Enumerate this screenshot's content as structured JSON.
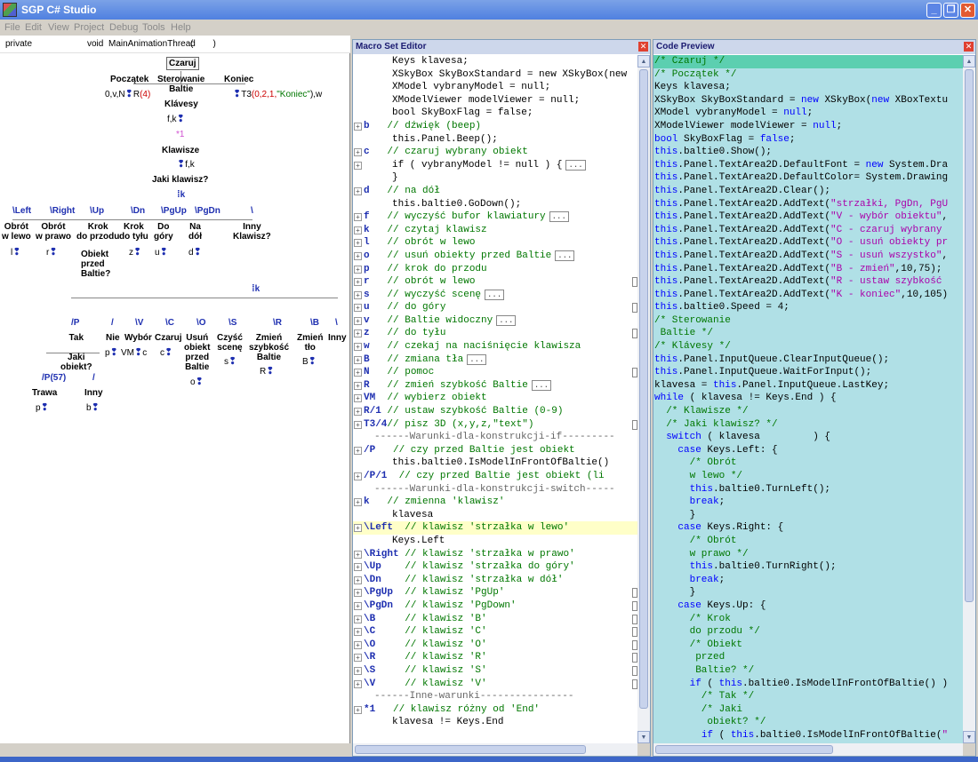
{
  "window": {
    "title": "SGP C# Studio"
  },
  "menu": [
    "File",
    "Edit",
    "View",
    "Project",
    "Debug",
    "Tools",
    "Help"
  ],
  "method_bar": {
    "modifier": "private",
    "return_type": "void",
    "name": "MainAnimationThread",
    "params": "(        )"
  },
  "tree": {
    "root": "Czaruj",
    "level1": [
      "Początek",
      "Sterowanie\nBaltie",
      "Koniec"
    ],
    "start_cmds": "0,v,N",
    "start_r": "R",
    "start_r_arg": "(4)",
    "end_cmd": "T3",
    "end_args": "(0,2,1,",
    "end_str": "\"Koniec\"",
    "end_tail": "),w",
    "klavesy": "Klávesy",
    "fk1": "f,k",
    "loop_label": "*1",
    "klawisze": "Klawisze",
    "fk2": "f,k",
    "jaki": "Jaki klawisz?",
    "switch_k": "k",
    "keys": [
      "\\Left",
      "\\Right",
      "\\Up",
      "\\Dn",
      "\\PgUp",
      "\\PgDn",
      "\\"
    ],
    "key_actions": [
      "Obrót\nw lewo",
      "Obrót\nw prawo",
      "Krok\ndo przodu",
      "Krok\ndo tyłu",
      "Do\ngóry",
      "Na\ndół",
      "Inny\nKlawisz?"
    ],
    "key_cmds": [
      "l",
      "r",
      "",
      "z",
      "u",
      "d"
    ],
    "obiekt": "Obiekt\nprzed\nBaltie?",
    "switch_k2": "k",
    "keys2": [
      "/P",
      "/",
      "\\V",
      "\\C",
      "\\O",
      "\\S",
      "\\R",
      "\\B",
      "\\"
    ],
    "actions2": [
      "Tak\n\nJaki\nobiekt?",
      "Nie",
      "Wybór",
      "Czaruj",
      "Usuń\nobiekt\nprzed\nBaltie",
      "Czyść\nscenę",
      "Zmień\nszybkość\nBaltie",
      "Zmień\ntło",
      "Inny"
    ],
    "cmds2": [
      "p",
      "VM",
      "c",
      "o",
      "s",
      "R",
      "B"
    ],
    "vm_c": "c",
    "p57": "/P(57)",
    "slash": "/",
    "trawa": "Trawa",
    "inny": "Inny",
    "p_cmd": "p",
    "b_cmd": "b"
  },
  "macro_editor": {
    "title": "Macro Set Editor",
    "lines": [
      {
        "m": "",
        "t": "Keys klavesa;"
      },
      {
        "m": "",
        "t": "XSkyBox SkyBoxStandard = new XSkyBox(new"
      },
      {
        "m": "",
        "t": "XModel vybranyModel = null;"
      },
      {
        "m": "",
        "t": "XModelViewer modelViewer = null;"
      },
      {
        "m": "",
        "t": "bool SkyBoxFlag = false;"
      },
      {
        "m": "b",
        "t": "   // dźwięk (beep)"
      },
      {
        "m": "",
        "t": "this.Panel.Beep();"
      },
      {
        "m": "c",
        "t": "   // czaruj wybrany obiekt"
      },
      {
        "m": "",
        "t": "if ( vybranyModel != null ) {"
      },
      {
        "m": "",
        "t": "}"
      },
      {
        "m": "d",
        "t": "   // na dół"
      },
      {
        "m": "",
        "t": "this.baltie0.GoDown();"
      },
      {
        "m": "f",
        "t": "   // wyczyść bufor klawiatury"
      },
      {
        "m": "k",
        "t": "   // czytaj klawisz"
      },
      {
        "m": "l",
        "t": "   // obrót w lewo"
      },
      {
        "m": "o",
        "t": "   // usuń obiekty przed Baltie"
      },
      {
        "m": "p",
        "t": "   // krok do przodu"
      },
      {
        "m": "r",
        "t": "   // obrót w lewo"
      },
      {
        "m": "s",
        "t": "   // wyczyść scenę"
      },
      {
        "m": "u",
        "t": "   // do góry"
      },
      {
        "m": "v",
        "t": "   // Baltie widoczny"
      },
      {
        "m": "z",
        "t": "   // do tyłu"
      },
      {
        "m": "w",
        "t": "   // czekaj na naciśnięcie klawisza"
      },
      {
        "m": "B",
        "t": "   // zmiana tła"
      },
      {
        "m": "N",
        "t": "   // pomoc"
      },
      {
        "m": "R",
        "t": "   // zmień szybkość Baltie"
      },
      {
        "m": "VM",
        "t": "  // wybierz obiekt"
      },
      {
        "m": "R/1",
        "t": " // ustaw szybkość Baltie (0-9)"
      },
      {
        "m": "T3/4",
        "t": "// pisz 3D (x,y,z,\"text\")"
      },
      {
        "m": "",
        "t": "------Warunki-dla-konstrukcji-if---------"
      },
      {
        "m": "/P",
        "t": "   // czy przed Baltie jest obiekt"
      },
      {
        "m": "",
        "t": "this.baltie0.IsModelInFrontOfBaltie()"
      },
      {
        "m": "/P/1",
        "t": "  // czy przed Baltie jest obiekt (li"
      },
      {
        "m": "",
        "t": "------Warunki-dla-konstrukcji-switch-----"
      },
      {
        "m": "k",
        "t": "   // zmienna 'klawisz'"
      },
      {
        "m": "",
        "t": "klavesa"
      },
      {
        "m": "\\Left",
        "t": "  // klawisz 'strzałka w lewo'"
      },
      {
        "m": "",
        "t": "Keys.Left"
      },
      {
        "m": "\\Right",
        "t": " // klawisz 'strzałka w prawo'"
      },
      {
        "m": "\\Up",
        "t": "    // klawisz 'strzałka do góry'"
      },
      {
        "m": "\\Dn",
        "t": "    // klawisz 'strzałka w dół'"
      },
      {
        "m": "\\PgUp",
        "t": "  // klawisz 'PgUp'"
      },
      {
        "m": "\\PgDn",
        "t": "  // klawisz 'PgDown'"
      },
      {
        "m": "\\B",
        "t": "     // klawisz 'B'"
      },
      {
        "m": "\\C",
        "t": "     // klawisz 'C'"
      },
      {
        "m": "\\O",
        "t": "     // klawisz 'O'"
      },
      {
        "m": "\\R",
        "t": "     // klawisz 'R'"
      },
      {
        "m": "\\S",
        "t": "     // klawisz 'S'"
      },
      {
        "m": "\\V",
        "t": "     // klawisz 'V'"
      },
      {
        "m": "",
        "t": "------Inne-warunki----------------"
      },
      {
        "m": "*1",
        "t": "   // klawisz różny od 'End'"
      },
      {
        "m": "",
        "t": "klavesa != Keys.End"
      }
    ]
  },
  "code_preview": {
    "title": "Code Preview",
    "lines": [
      "/* Czaruj */",
      "/* Początek */",
      "Keys klavesa;",
      "XSkyBox SkyBoxStandard = new XSkyBox(new XBoxTextu",
      "XModel vybranyModel = null;",
      "XModelViewer modelViewer = null;",
      "bool SkyBoxFlag = false;",
      "this.baltie0.Show();",
      "this.Panel.TextArea2D.DefaultFont = new System.Dra",
      "this.Panel.TextArea2D.DefaultColor= System.Drawing",
      "this.Panel.TextArea2D.Clear();",
      "this.Panel.TextArea2D.AddText(\"strzałki, PgDn, PgU",
      "this.Panel.TextArea2D.AddText(\"V - wybór obiektu\",",
      "this.Panel.TextArea2D.AddText(\"C - czaruj wybrany",
      "this.Panel.TextArea2D.AddText(\"O - usuń obiekty pr",
      "this.Panel.TextArea2D.AddText(\"S - usuń wszystko\",",
      "this.Panel.TextArea2D.AddText(\"B - zmień\",10,75);",
      "this.Panel.TextArea2D.AddText(\"R - ustaw szybkość",
      "this.Panel.TextArea2D.AddText(\"K - koniec\",10,105)",
      "this.baltie0.Speed = 4;",
      "/* Sterowanie",
      " Baltie */",
      "/* Klávesy */",
      "this.Panel.InputQueue.ClearInputQueue();",
      "this.Panel.InputQueue.WaitForInput();",
      "klavesa = this.Panel.InputQueue.LastKey;",
      "while ( klavesa != Keys.End ) {",
      "  /* Klawisze */",
      "  /* Jaki klawisz? */",
      "  switch ( klavesa         ) {",
      "    case Keys.Left: {",
      "      /* Obrót",
      "      w lewo */",
      "      this.baltie0.TurnLeft();",
      "      break;",
      "      }",
      "    case Keys.Right: {",
      "      /* Obrót",
      "      w prawo */",
      "      this.baltie0.TurnRight();",
      "      break;",
      "      }",
      "    case Keys.Up: {",
      "      /* Krok",
      "      do przodu */",
      "      /* Obiekt",
      "       przed",
      "       Baltie? */",
      "      if ( this.baltie0.IsModelInFrontOfBaltie() )",
      "        /* Tak */",
      "        /* Jaki",
      "         obiekt? */",
      "        if ( this.baltie0.IsModelInFrontOfBaltie(\""
    ]
  }
}
